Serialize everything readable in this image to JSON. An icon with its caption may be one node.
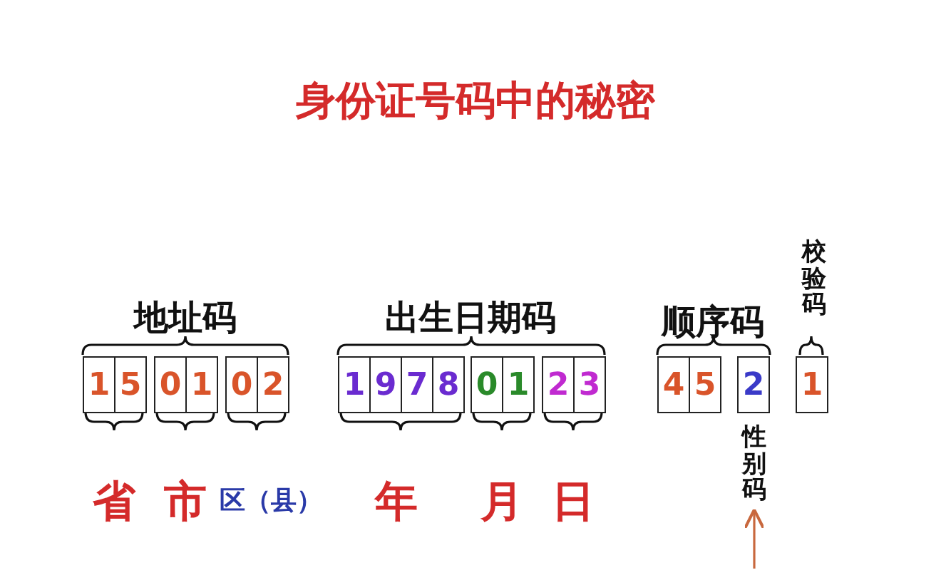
{
  "diagram": {
    "title": "身份证号码中的秘密",
    "nodes": [
      {
        "text": [
          "1"
        ]
      },
      {
        "text": [
          "5"
        ]
      },
      {
        "text": [
          "0"
        ]
      },
      {
        "text": [
          "1"
        ]
      },
      {
        "text": [
          "0"
        ]
      },
      {
        "text": [
          "2"
        ]
      },
      {
        "text": [
          "1"
        ]
      },
      {
        "text": [
          "9"
        ]
      },
      {
        "text": [
          "7"
        ]
      },
      {
        "text": [
          "8"
        ]
      },
      {
        "text": [
          "0"
        ]
      },
      {
        "text": [
          "1"
        ]
      },
      {
        "text": [
          "2"
        ]
      },
      {
        "text": [
          "3"
        ]
      },
      {
        "text": [
          "4"
        ]
      },
      {
        "text": [
          "5"
        ]
      },
      {
        "text": [
          "2"
        ]
      },
      {
        "text": [
          "1"
        ]
      },
      {
        "text": [
          "性别码"
        ]
      }
    ],
    "edges": [
      {
        "from": null,
        "to": 18,
        "arrow": "to",
        "color": "#c8683e"
      }
    ],
    "labels": [
      "校验码",
      "地址码",
      "出生日期码",
      "顺序码",
      "省",
      "市",
      "区（县）",
      "年",
      "月",
      "日"
    ]
  }
}
